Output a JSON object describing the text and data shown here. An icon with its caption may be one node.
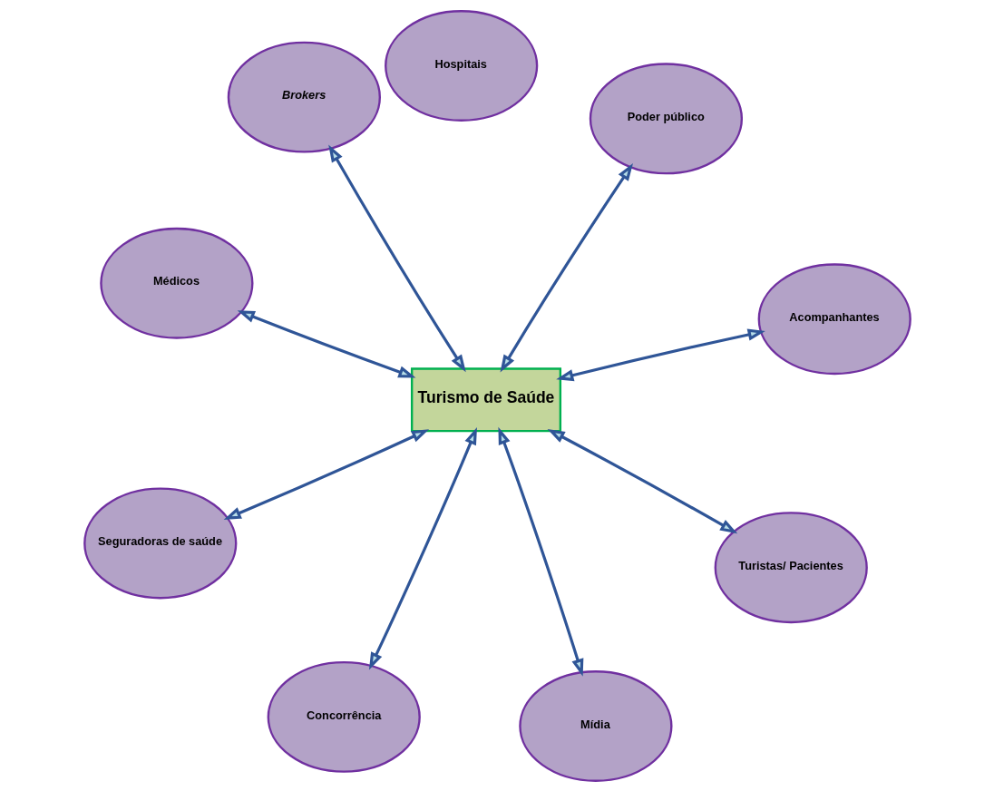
{
  "diagram": {
    "nodes": [
      {
        "text": [
          "Turismo de Saúde"
        ]
      },
      {
        "text": [
          "Acompanhantes"
        ]
      },
      {
        "text": [
          "Poder público"
        ]
      },
      {
        "text": [
          "Brokers"
        ]
      },
      {
        "text": [
          "Hospitais"
        ]
      },
      {
        "text": [
          "Médicos"
        ]
      },
      {
        "text": [
          "Seguradoras de saúde"
        ]
      },
      {
        "text": [
          "Concorrência"
        ]
      },
      {
        "text": [
          "Mídia"
        ]
      },
      {
        "text": [
          "Turistas/ Pacientes"
        ]
      }
    ],
    "edges": [
      {
        "from": 0,
        "to": 9,
        "arrow": "both"
      },
      {
        "from": 0,
        "to": 1,
        "arrow": "both"
      },
      {
        "from": 0,
        "to": 2,
        "arrow": "both"
      },
      {
        "from": 0,
        "to": 3,
        "arrow": "both"
      },
      {
        "from": 0,
        "to": 5,
        "arrow": "both"
      },
      {
        "from": 0,
        "to": 6,
        "arrow": "both"
      },
      {
        "from": 0,
        "to": 7,
        "arrow": "both"
      },
      {
        "from": 0,
        "to": 8,
        "arrow": "both"
      }
    ]
  }
}
